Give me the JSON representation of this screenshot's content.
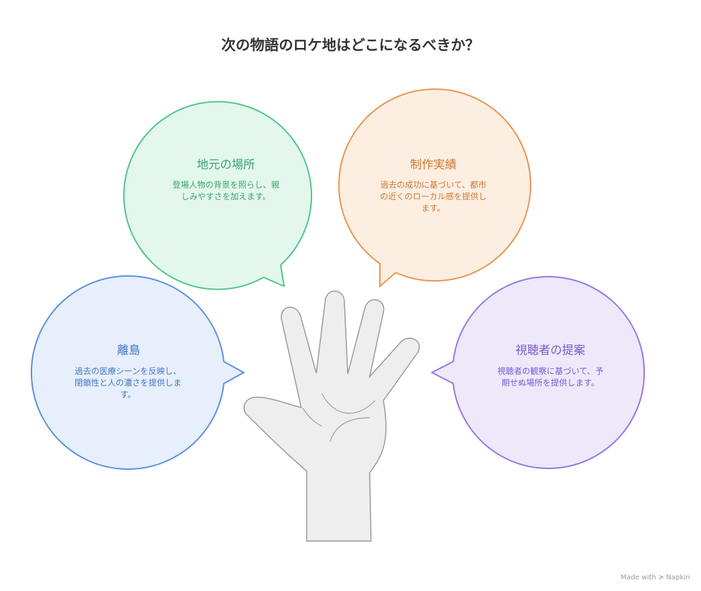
{
  "title": "次の物語のロケ地はどこになるべきか？",
  "options": [
    {
      "id": "local",
      "title": "地元の場所",
      "description": "登場人物の背景を照らし、親しみやすさを加えます。",
      "colors": {
        "fill": "#e3f7ec",
        "stroke": "#4fc68a",
        "text": "#3aa56d"
      }
    },
    {
      "id": "track-record",
      "title": "制作実績",
      "description": "過去の成功に基づいて、都市の近くのローカル感を提供します。",
      "colors": {
        "fill": "#fdeee2",
        "stroke": "#e7954f",
        "text": "#cc7a34"
      }
    },
    {
      "id": "island",
      "title": "離島",
      "description": "過去の医療シーンを反映し、閉鎖性と人の濃さを提供します。",
      "colors": {
        "fill": "#e7effc",
        "stroke": "#5b8fde",
        "text": "#4476c4"
      }
    },
    {
      "id": "viewer",
      "title": "視聴者の提案",
      "description": "視聴者の観察に基づいて、予期せぬ場所を提供します。",
      "colors": {
        "fill": "#ede9fb",
        "stroke": "#9676e2",
        "text": "#7a5bcb"
      }
    }
  ],
  "hand": {
    "fill": "#eeeeee",
    "stroke": "#999999"
  },
  "watermark": "Made with ≽ Napkin"
}
